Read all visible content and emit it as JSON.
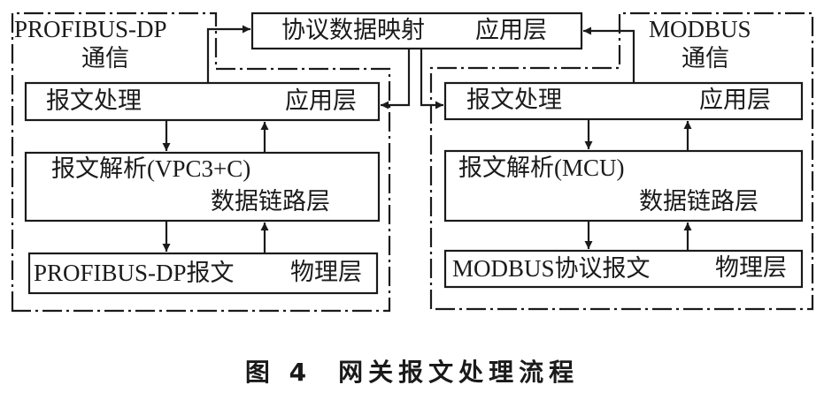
{
  "left_group": {
    "title_line1": "PROFIBUS-DP",
    "title_line2": "通信",
    "app_layer": {
      "left": "报文处理",
      "right": "应用层"
    },
    "datalink_layer": {
      "left": "报文解析(VPC3+C)",
      "right": "数据链路层"
    },
    "physical_layer": {
      "left": "PROFIBUS-DP报文",
      "right": "物理层"
    }
  },
  "center": {
    "mapping_box": {
      "left": "协议数据映射",
      "right": "应用层"
    }
  },
  "right_group": {
    "title_line1": "MODBUS",
    "title_line2": "通信",
    "app_layer": {
      "left": "报文处理",
      "right": "应用层"
    },
    "datalink_layer": {
      "left": "报文解析(MCU)",
      "right": "数据链路层"
    },
    "physical_layer": {
      "left": "MODBUS协议报文",
      "right": "物理层"
    }
  },
  "caption": {
    "figure": "图 4",
    "title": "网关报文处理流程"
  }
}
